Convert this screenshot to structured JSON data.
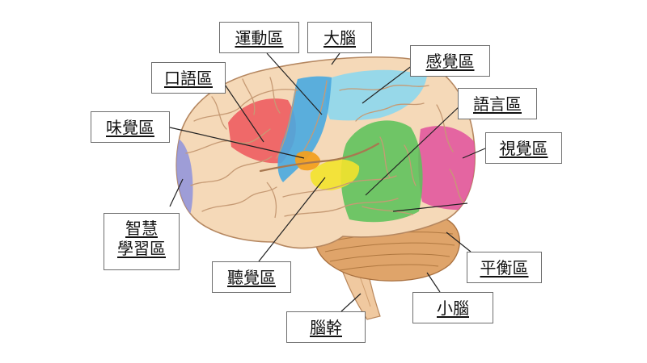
{
  "diagram": {
    "labels": {
      "motor": "運動區",
      "cerebrum": "大腦",
      "sensory": "感覺區",
      "speech": "口語區",
      "language": "語言區",
      "taste": "味覺區",
      "visual": "視覺區",
      "wisdom_line1": "智慧",
      "wisdom_line2": "學習區",
      "hearing": "聽覺區",
      "balance": "平衡區",
      "cerebellum": "小腦",
      "brainstem": "腦幹"
    },
    "region_colors": {
      "motor": "#49a9e0",
      "sensory": "#8dd7ee",
      "speech": "#ee5058",
      "taste": "#f2a020",
      "hearing": "#f3e22c",
      "language": "#5cc25a",
      "visual": "#e0509c",
      "wisdom": "#8e92dc",
      "cortex": "#f5d9b8",
      "cerebellum": "#dfa46a",
      "brainstem": "#f0c9a0"
    }
  }
}
